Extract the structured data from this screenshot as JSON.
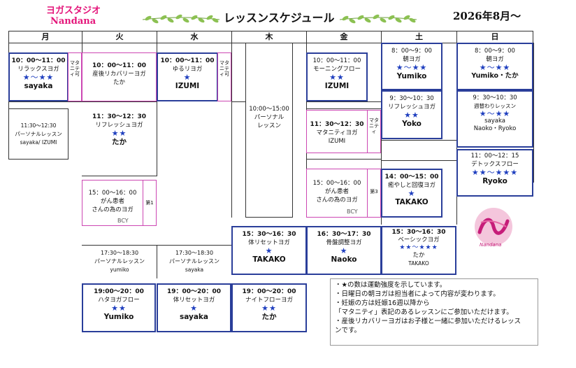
{
  "header": {
    "studio_line1": "ヨガスタジオ",
    "studio_line2": "Nandana",
    "title": "レッスンスケジュール",
    "month": "2026年8月～"
  },
  "days": [
    "月",
    "火",
    "水",
    "木",
    "金",
    "土",
    "日"
  ],
  "lessons": {
    "mon1": {
      "time": "10：00～11：00",
      "name": "リラックスヨガ",
      "stars": "★～★★",
      "instructor": "sayaka"
    },
    "mon2": {
      "time": "11:30～12:30",
      "name": "パーソナルレッスン",
      "instructor": "sayaka/ IZUMI"
    },
    "tue1": {
      "time": "10：00～11：00",
      "name": "産後リカバリーヨガ",
      "instructor": "たか"
    },
    "tue_side1": "マタニティ可",
    "tue2": {
      "time": "11：30～12：30",
      "name": "リフレッシュヨガ",
      "stars": "★★",
      "instructor": "たか"
    },
    "tue3": {
      "time": "15：00～16：00",
      "name": "がん患者",
      "name2": "さんの為のヨガ"
    },
    "tue_side3": "第1",
    "tue4": {
      "time": "17:30～18:30",
      "name": "パーソナルレッスン",
      "instructor": "yumiko"
    },
    "tue5": {
      "time": "19:00～20：00",
      "name": "ハタヨガフロー",
      "stars": "★★",
      "instructor": "Yumiko"
    },
    "wed1": {
      "time": "10：00～11：00",
      "name": "ゆるリヨガ",
      "stars": "★",
      "instructor": "IZUMI"
    },
    "wed_side1": "マタニティ可",
    "wed2": {
      "time": "17:30～18:30",
      "name": "パーソナルレッスン",
      "instructor": "sayaka"
    },
    "wed3": {
      "time": "19：00～20：00",
      "name": "体リセットヨガ",
      "stars": "★",
      "instructor": "sayaka"
    },
    "thu1": {
      "time": "10:00～15:00",
      "name": "パーソナル",
      "name2": "レッスン"
    },
    "thu2": {
      "time": "15：30～16：30",
      "name": "体リセットヨガ",
      "stars": "★",
      "instructor": "TAKAKO"
    },
    "thu3": {
      "time": "19：00～20：00",
      "name": "ナイトフローヨガ",
      "stars": "★★",
      "instructor": "たか"
    },
    "fri1": {
      "time": "10：00～11：00",
      "name": "モーニングフロー",
      "stars": "★★",
      "instructor": "IZUMI"
    },
    "fri2": {
      "time": "11：30～12：30",
      "name": "マタニティヨガ",
      "instructor": "IZUMI"
    },
    "fri_side2": "マタニティ",
    "fri3": {
      "time": "15：00～16：00",
      "name": "がん患者",
      "name2": "さんの為のヨガ"
    },
    "fri_side3": "第3",
    "fri4": {
      "time": "16：30～17：30",
      "name": "骨盤調整ヨガ",
      "stars": "★",
      "instructor": "Naoko"
    },
    "sat1": {
      "time": "8：00～9：00",
      "name": "朝ヨガ",
      "stars": "★～★★",
      "instructor": "Yumiko"
    },
    "sat2": {
      "time": "9：30～10：30",
      "name": "リフレッシュヨガ",
      "stars": "★★",
      "instructor": "Yoko"
    },
    "sat3": {
      "time": "14：00～15：00",
      "name": "癒やしと回復ヨガ",
      "stars": "★",
      "instructor": "TAKAKO"
    },
    "sat4": {
      "time": "15：30～16：30",
      "name": "ベーシックヨガ",
      "stars": "★★～★★★",
      "instructor": "たか",
      "instructor2": "TAKAKO"
    },
    "sun1": {
      "time": "8：00～9：00",
      "name": "朝ヨガ",
      "stars": "★～★★",
      "instructor": "Yumiko・たか"
    },
    "sun2": {
      "time": "9：30～10：30",
      "name": "週替わりレッスン",
      "stars": "★～★★",
      "instructor": "sayaka",
      "instructor2": "Naoko・Ryoko"
    },
    "sun3": {
      "time": "11：00～12：15",
      "name": "デトックスフロー",
      "stars": "★★～★★★",
      "instructor": "Ryoko"
    }
  },
  "bcy": "BCY",
  "logo_text": "Nandana",
  "notes": [
    "・★の数は運動強度を示しています。",
    "・日曜日の朝ヨガは担当者によって内容が変わります。",
    "・妊娠の方は妊娠16週以降から",
    "「マタニティ」表記のあるレッスンにご参加いただけます。",
    "・産後リカバリーヨガはお子様と一緒に参加いただけるレッス",
    "ンです。"
  ],
  "colors": {
    "accent_blue": "#2a3e9a",
    "pink": "#cc47b3",
    "brand": "#e4157a",
    "star": "#1f3fbf"
  }
}
